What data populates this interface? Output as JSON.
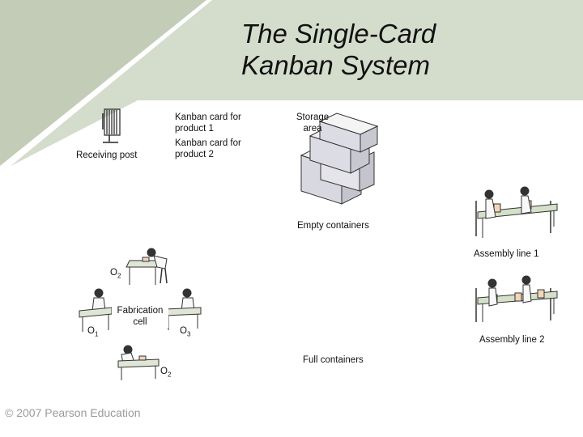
{
  "title": {
    "line1": "The Single-Card",
    "line2": "Kanban System"
  },
  "labels": {
    "kanban_card_product1": "Kanban card for product 1",
    "kanban_card_product2": "Kanban card for product 2",
    "receiving_post": "Receiving post",
    "storage_area": "Storage area",
    "empty_containers": "Empty containers",
    "assembly_line_1": "Assembly line 1",
    "assembly_line_2": "Assembly line 2",
    "fabrication_cell": "Fabrication cell",
    "full_containers": "Full containers"
  },
  "operators": {
    "o2_top": {
      "letter": "O",
      "sub": "2"
    },
    "o1": {
      "letter": "O",
      "sub": "1"
    },
    "o3": {
      "letter": "O",
      "sub": "3"
    },
    "o2_bottom": {
      "letter": "O",
      "sub": "2"
    }
  },
  "footer": "© 2007 Pearson Education",
  "colors": {
    "header_band": "#d4dccb",
    "background": "#ffffff",
    "container_face": "#dcdce4"
  }
}
